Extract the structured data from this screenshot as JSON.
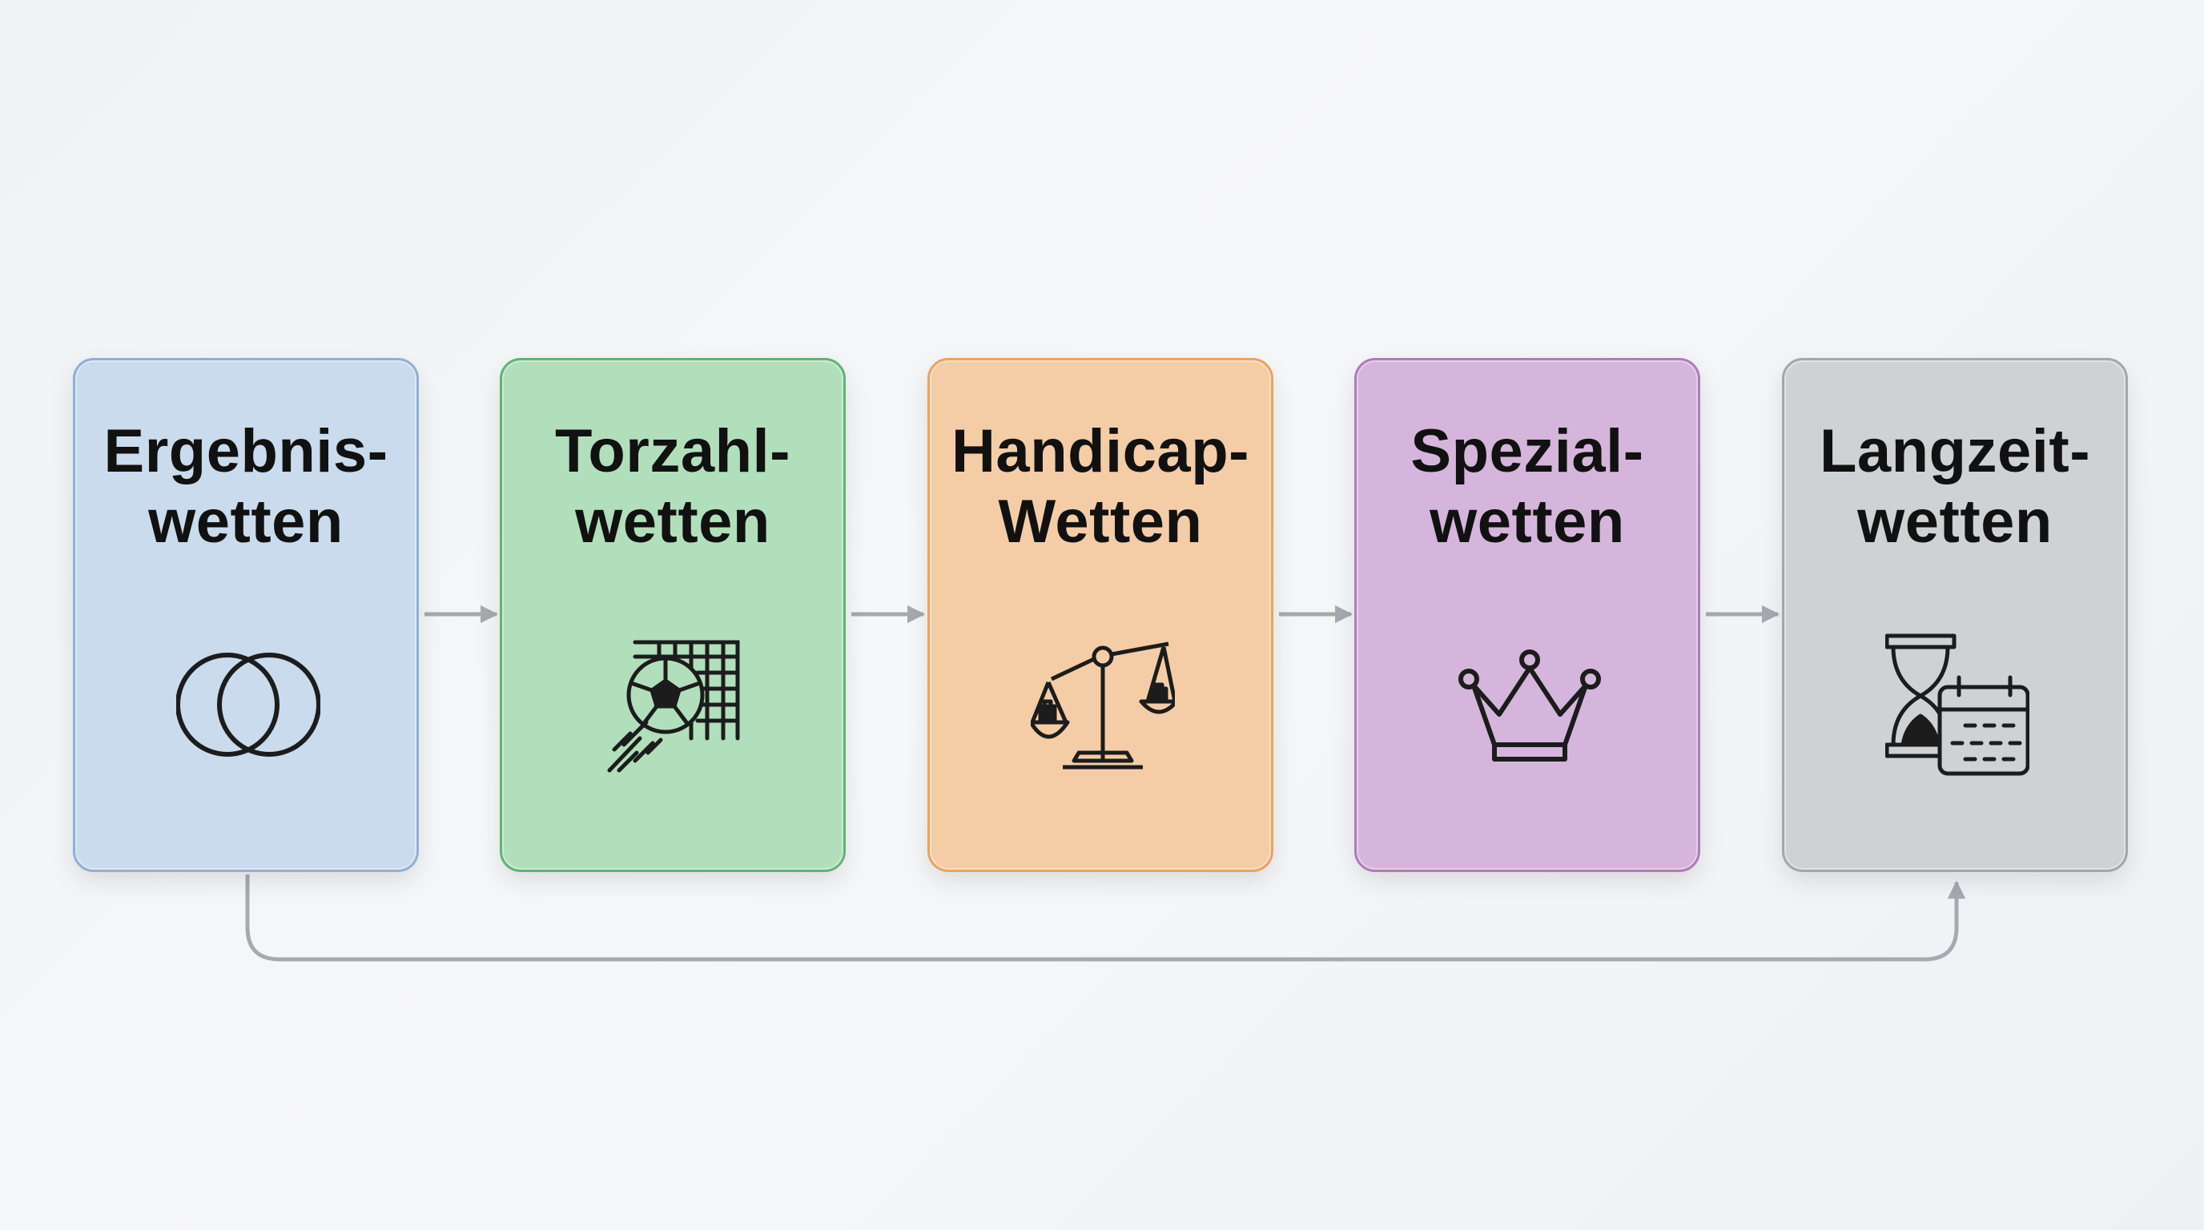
{
  "cards": [
    {
      "line1": "Ergebnis-",
      "line2": "wetten",
      "icon": "venn-circles-icon",
      "fill": "#c9dbed",
      "border": "#8fb0d6"
    },
    {
      "line1": "Torzahl-",
      "line2": "wetten",
      "icon": "soccer-ball-goal-icon",
      "fill": "#b2dfbb",
      "border": "#62b372"
    },
    {
      "line1": "Handicap-",
      "line2": "Wetten",
      "icon": "balance-scale-icon",
      "fill": "#f4cda6",
      "border": "#eda35a"
    },
    {
      "line1": "Spezial-",
      "line2": "wetten",
      "icon": "crown-icon",
      "fill": "#d6b5dc",
      "border": "#b07bbd"
    },
    {
      "line1": "Langzeit-",
      "line2": "wetten",
      "icon": "hourglass-calendar-icon",
      "fill": "#cfd2d5",
      "border": "#a3a7ab"
    }
  ],
  "colors": {
    "connector": "#a6aab0",
    "icon_stroke": "#1c1c1c"
  }
}
